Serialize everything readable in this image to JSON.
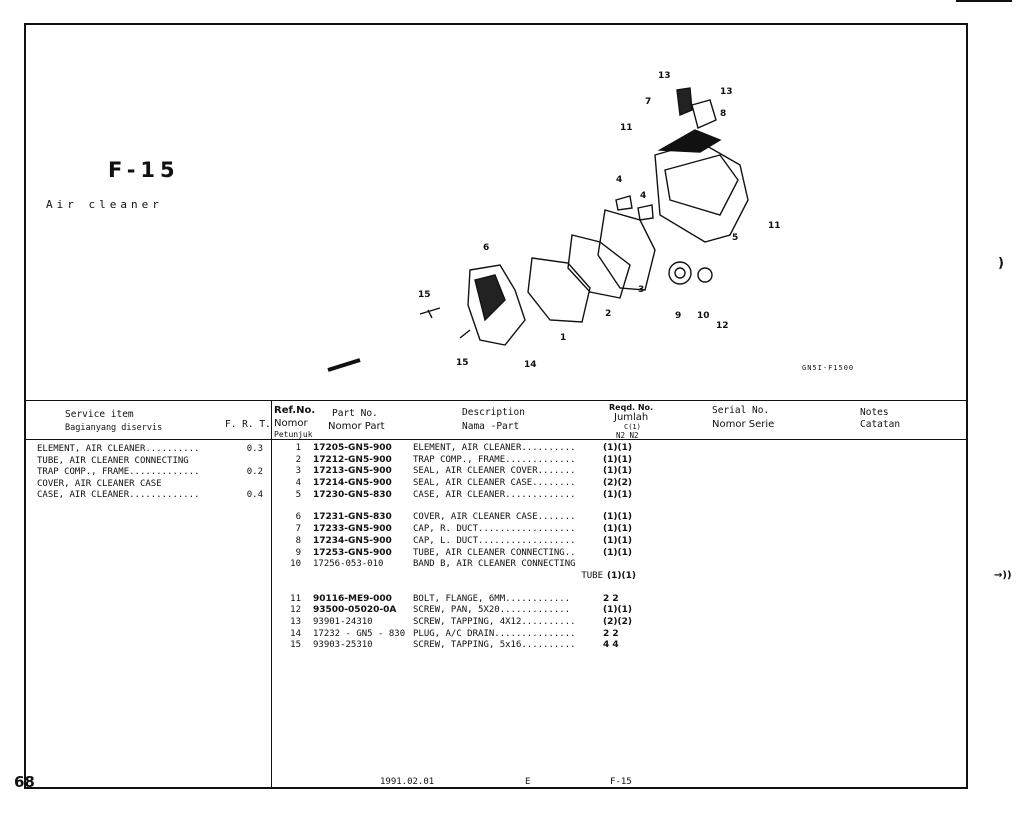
{
  "figure": {
    "code": "F-15",
    "title": "Air cleaner",
    "diagram_code": "GN5I-F1500"
  },
  "callouts": [
    "13",
    "13",
    "7",
    "8",
    "11",
    "4",
    "4",
    "11",
    "5",
    "6",
    "15",
    "1",
    "2",
    "3",
    "9",
    "10",
    "12",
    "15",
    "14"
  ],
  "header": {
    "service_item": "Service item",
    "service_item_id": "Bagianyang diservis",
    "frt": "F. R. T.",
    "ref_no": "Ref.No.",
    "ref_no_id": "Nomor",
    "ref_no_id2": "Petunjuk",
    "part_no": "Part No.",
    "part_no_id": "Nomor Part",
    "description": "Description",
    "description_id": "Nama -Part",
    "reqd_no": "Reqd. No.",
    "reqd_no_id": "Jumlah",
    "reqd_sub": "C(1)",
    "reqd_cols": "N2 N2",
    "serial_no": "Serial No.",
    "serial_no_id": "Nomor Serie",
    "notes": "Notes",
    "notes_id": "Catatan"
  },
  "service_items": [
    {
      "name": "ELEMENT, AIR CLEANER..........",
      "frt": "0.3"
    },
    {
      "name": "TUBE, AIR CLEANER CONNECTING",
      "frt": ""
    },
    {
      "name": "TRAP COMP., FRAME.............",
      "frt": "0.2"
    },
    {
      "name": "COVER, AIR CLEANER CASE",
      "frt": ""
    },
    {
      "name": "CASE, AIR CLEANER.............",
      "frt": "0.4"
    }
  ],
  "parts_group1": [
    {
      "ref": "1",
      "part": "17205-GN5-900",
      "desc": "ELEMENT, AIR CLEANER..........",
      "qty": "(1)(1)"
    },
    {
      "ref": "2",
      "part": "17212-GN5-900",
      "desc": "TRAP COMP., FRAME.............",
      "qty": "(1)(1)"
    },
    {
      "ref": "3",
      "part": "17213-GN5-900",
      "desc": "SEAL, AIR CLEANER COVER.......",
      "qty": "(1)(1)"
    },
    {
      "ref": "4",
      "part": "17214-GN5-900",
      "desc": "SEAL, AIR CLEANER CASE........",
      "qty": "(2)(2)"
    },
    {
      "ref": "5",
      "part": "17230-GN5-830",
      "desc": "CASE, AIR CLEANER.............",
      "qty": "(1)(1)"
    }
  ],
  "parts_group2": [
    {
      "ref": "6",
      "part": "17231-GN5-830",
      "desc": "COVER, AIR CLEANER CASE.......",
      "qty": "(1)(1)"
    },
    {
      "ref": "7",
      "part": "17233-GN5-900",
      "desc": "CAP, R. DUCT..................",
      "qty": "(1)(1)"
    },
    {
      "ref": "8",
      "part": "17234-GN5-900",
      "desc": "CAP, L. DUCT..................",
      "qty": "(1)(1)"
    },
    {
      "ref": "9",
      "part": "17253-GN5-900",
      "desc": "TUBE, AIR CLEANER CONNECTING..",
      "qty": "(1)(1)"
    },
    {
      "ref": "10",
      "part": "17256-053-010",
      "desc": "BAND B, AIR CLEANER CONNECTING",
      "qty": ""
    }
  ],
  "band_cont": {
    "desc": "TUBE",
    "qty": "(1)(1)"
  },
  "parts_group3": [
    {
      "ref": "11",
      "part": "90116-ME9-000",
      "desc": "BOLT, FLANGE, 6MM............",
      "qty": "2 2"
    },
    {
      "ref": "12",
      "part": "93500-05020-0A",
      "desc": "SCREW, PAN, 5X20.............",
      "qty": "(1)(1)"
    },
    {
      "ref": "13",
      "part": "93901-24310",
      "desc": "SCREW, TAPPING, 4X12..........",
      "qty": "(2)(2)"
    },
    {
      "ref": "14",
      "part": "17232 - GN5 - 830",
      "desc": "PLUG, A/C DRAIN...............",
      "qty": "2 2"
    },
    {
      "ref": "15",
      "part": "93903-25310",
      "desc": "SCREW, TAPPING, 5x16..........",
      "qty": "4 4"
    }
  ],
  "footer": {
    "date": "1991.02.01",
    "edition": "E",
    "figure": "F-15",
    "page": "68"
  },
  "side_marks": {
    "mark1": ")",
    "mark2": "→))"
  }
}
